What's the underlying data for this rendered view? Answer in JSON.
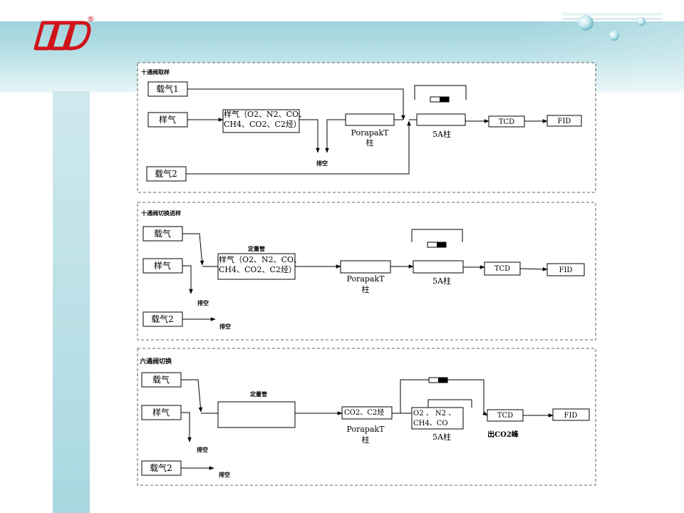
{
  "brand": {
    "registered_mark": "®",
    "logo_color": "#d0141a",
    "band_color": "#a8d7df"
  },
  "panels": [
    {
      "title": "十通阀取样",
      "carrier1": "载气1",
      "sample": "样气",
      "carrier2": "载气2",
      "loop_content_line1": "样气（O2、N2、CO、",
      "loop_content_line2": "CH4、CO2、C2烃）",
      "vent": "排空",
      "col1_line1": "PorapakT",
      "col1_line2": "柱",
      "col2": "5A柱",
      "tcd": "TCD",
      "fid": "FID"
    },
    {
      "title": "十通阀切换进样",
      "carrier1": "载气",
      "sample": "样气",
      "carrier2": "载气2",
      "loop_label": "定量管",
      "loop_content_line1": "样气（O2、N2、CO、",
      "loop_content_line2": "CH4、CO2、C2烃）",
      "vent1": "排空",
      "vent2": "排空",
      "col1_line1": "PorapakT",
      "col1_line2": "柱",
      "col2": "5A柱",
      "tcd": "TCD",
      "fid": "FID"
    },
    {
      "title": "六通阀切换",
      "carrier1": "载气",
      "sample": "样气",
      "carrier2": "载气2",
      "loop_label": "定量管",
      "col1_content": "CO2、C2烃",
      "col2_content_line1": "O2  、 N2  、",
      "col2_content_line2": "CH4、CO",
      "vent1": "排空",
      "vent2": "排空",
      "col1_line1": "PorapakT",
      "col1_line2": "柱",
      "col2": "5A柱",
      "tcd": "TCD",
      "fid": "FID",
      "peak_note": "出CO2峰"
    }
  ]
}
